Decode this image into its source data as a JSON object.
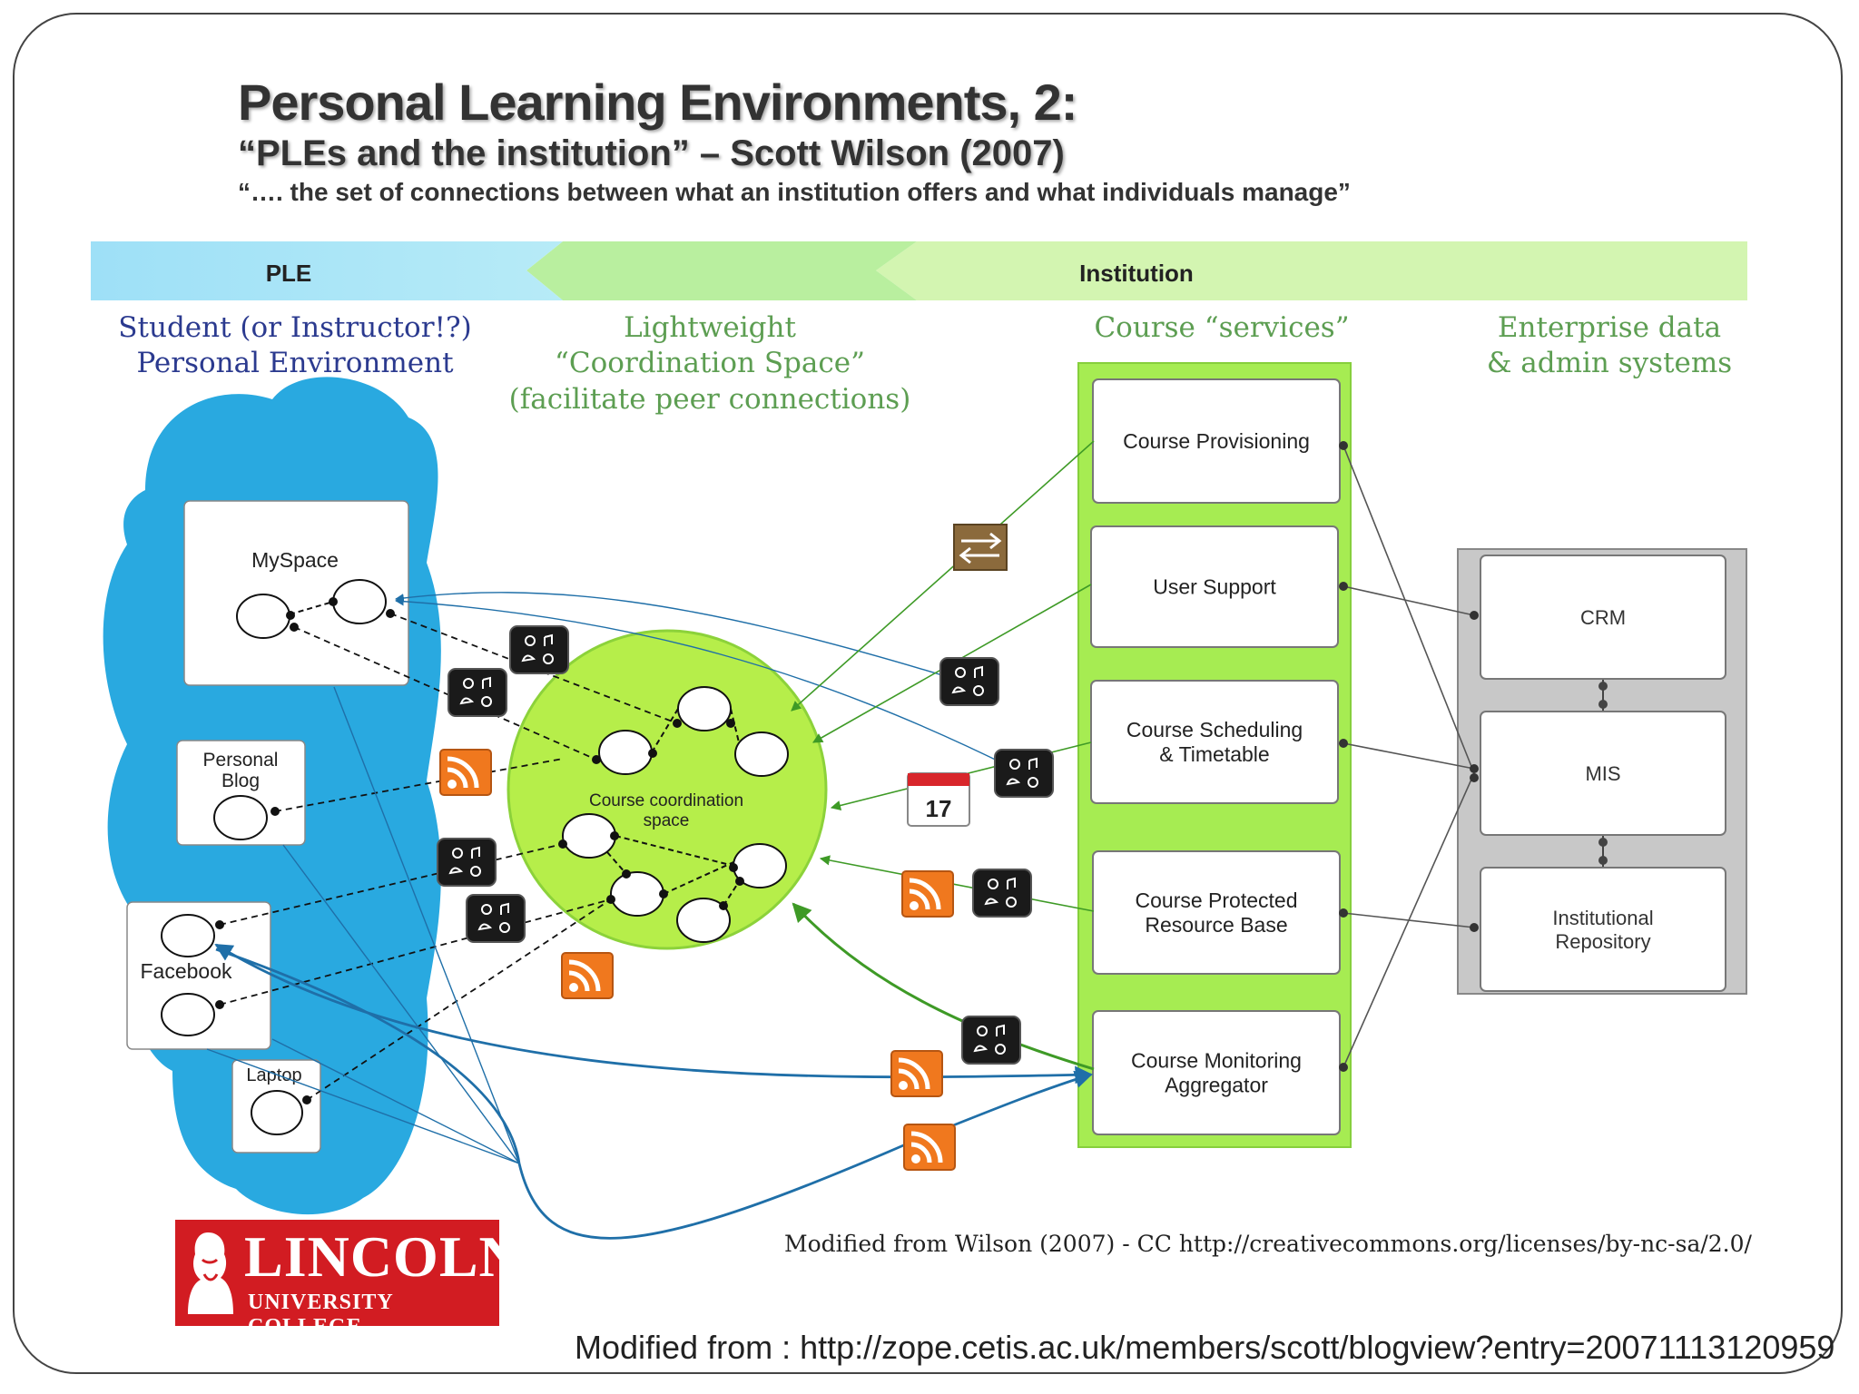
{
  "title": {
    "main": "Personal Learning Environments, 2:",
    "subtitle": "“PLEs and the institution” – Scott Wilson (2007)",
    "quote": "“…. the set of connections between what an institution offers and what  individuals manage”"
  },
  "bands": {
    "ple": "PLE",
    "institution": "Institution"
  },
  "columns": {
    "student": [
      "Student (or Instructor!?)",
      "Personal Environment"
    ],
    "coordination": [
      "Lightweight",
      "“Coordination Space”",
      "(facilitate peer connections)"
    ],
    "services": [
      "Course “services”"
    ],
    "enterprise": [
      "Enterprise data",
      "& admin systems"
    ]
  },
  "personal": {
    "myspace": "MySpace",
    "blog": [
      "Personal",
      "Blog"
    ],
    "facebook": "Facebook",
    "laptop": "Laptop"
  },
  "coordination": {
    "label": [
      "Course coordination",
      "space"
    ]
  },
  "services": [
    [
      "Course Provisioning"
    ],
    [
      "User Support"
    ],
    [
      "Course Scheduling",
      "& Timetable"
    ],
    [
      "Course Protected",
      "Resource Base"
    ],
    [
      "Course Monitoring",
      "Aggregator"
    ]
  ],
  "enterprise": [
    [
      "CRM"
    ],
    [
      "MIS"
    ],
    [
      "Institutional",
      "Repository"
    ]
  ],
  "calendar_day": "17",
  "credit_inner": "Modified from Wilson (2007) - CC  http://creativecommons.org/licenses/by-nc-sa/2.0/",
  "credit_bottom": "Modified from : http://zope.cetis.ac.uk/members/scott/blogview?entry=20071113120959",
  "logo": {
    "name": "LINCOLN",
    "sub": "UNIVERSITY COLLEGE"
  },
  "colors": {
    "cloud": "#29a9e0",
    "coordination": "#b6ee4a",
    "services_panel": "#a6ec52",
    "enterprise_panel": "#c8c8c8",
    "band_blue": "#a7e3f6",
    "band_green": "#c9f2a8",
    "heading_blue": "#2b3a8f",
    "heading_green": "#5d9e52",
    "rss": "#f0781e",
    "logo_red": "#d21c22",
    "link_blue": "#1f6fa8",
    "link_green": "#3e9a26"
  },
  "icons": [
    "rss-icon",
    "contact-badge-icon",
    "calendar-icon",
    "sync-arrows-icon",
    "lincoln-head-icon"
  ]
}
